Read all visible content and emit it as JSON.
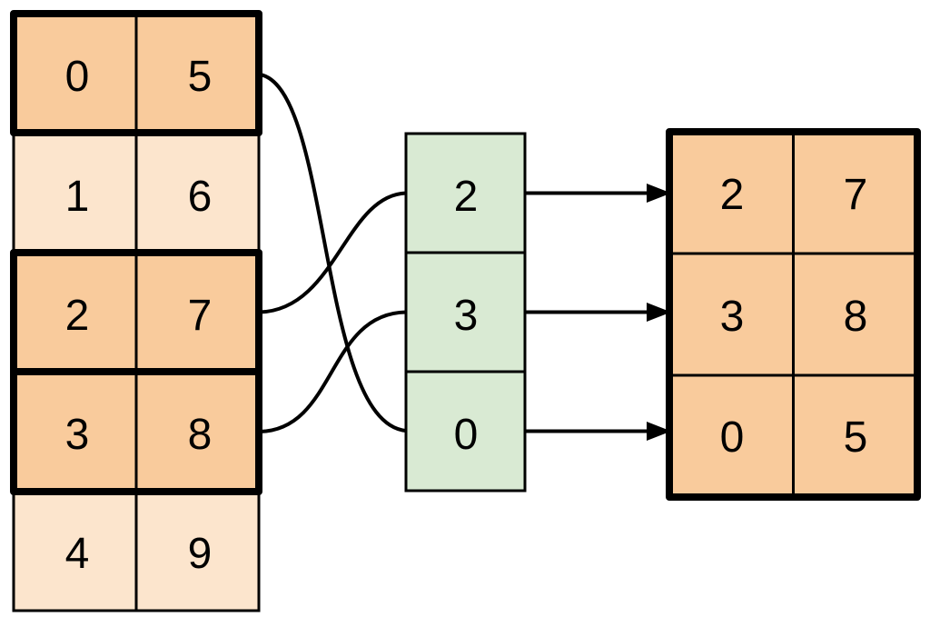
{
  "colors": {
    "highlight_fill": "#F9CB9C",
    "normal_fill": "#FCE5CD",
    "index_fill": "#D9EAD3",
    "line": "#000000"
  },
  "source_table": {
    "rows": [
      {
        "c0": "0",
        "c1": "5",
        "highlighted": true
      },
      {
        "c0": "1",
        "c1": "6",
        "highlighted": false
      },
      {
        "c0": "2",
        "c1": "7",
        "highlighted": true
      },
      {
        "c0": "3",
        "c1": "8",
        "highlighted": true
      },
      {
        "c0": "4",
        "c1": "9",
        "highlighted": false
      }
    ]
  },
  "index_list": {
    "values": [
      "2",
      "3",
      "0"
    ]
  },
  "result_table": {
    "rows": [
      {
        "c0": "2",
        "c1": "7"
      },
      {
        "c0": "3",
        "c1": "8"
      },
      {
        "c0": "0",
        "c1": "5"
      }
    ]
  }
}
